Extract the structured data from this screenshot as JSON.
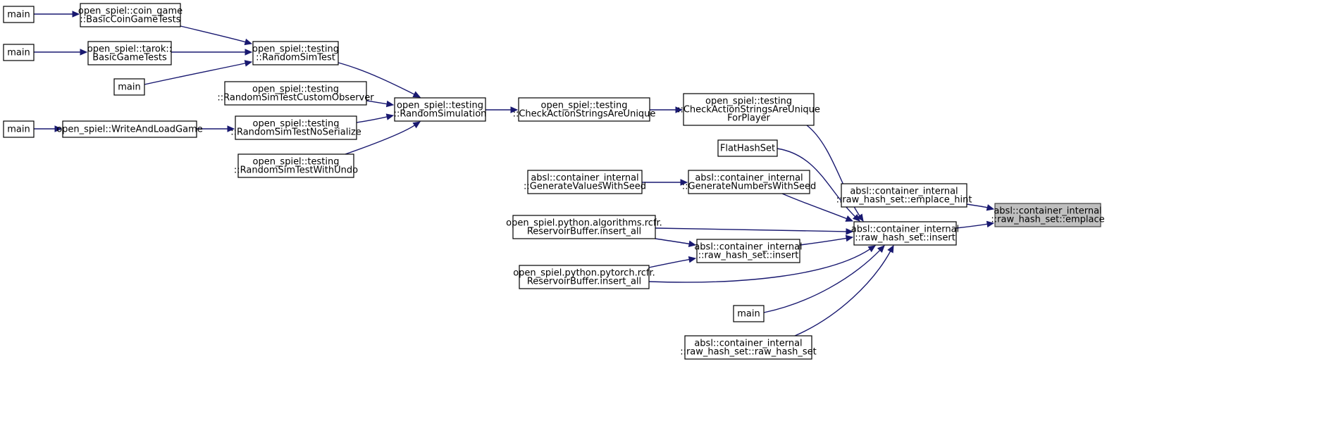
{
  "nodes": [
    {
      "id": "main1",
      "lines": [
        "main"
      ]
    },
    {
      "id": "coin",
      "lines": [
        "open_spiel::coin_game",
        "::BasicCoinGameTests"
      ]
    },
    {
      "id": "main2",
      "lines": [
        "main"
      ]
    },
    {
      "id": "tarok",
      "lines": [
        "open_spiel::tarok::",
        "BasicGameTests"
      ]
    },
    {
      "id": "main3",
      "lines": [
        "main"
      ]
    },
    {
      "id": "rst",
      "lines": [
        "open_spiel::testing",
        "::RandomSimTest"
      ]
    },
    {
      "id": "rstco",
      "lines": [
        "open_spiel::testing",
        "::RandomSimTestCustomObserver"
      ]
    },
    {
      "id": "main4",
      "lines": [
        "main"
      ]
    },
    {
      "id": "walg",
      "lines": [
        "open_spiel::WriteAndLoadGame"
      ]
    },
    {
      "id": "rstns",
      "lines": [
        "open_spiel::testing",
        "::RandomSimTestNoSerialize"
      ]
    },
    {
      "id": "rstwu",
      "lines": [
        "open_spiel::testing",
        "::RandomSimTestWithUndo"
      ]
    },
    {
      "id": "rsim",
      "lines": [
        "open_spiel::testing",
        "::RandomSimulation"
      ]
    },
    {
      "id": "casu",
      "lines": [
        "open_spiel::testing",
        "::CheckActionStringsAreUnique"
      ]
    },
    {
      "id": "casufp",
      "lines": [
        "open_spiel::testing",
        "::CheckActionStringsAreUnique",
        "ForPlayer"
      ]
    },
    {
      "id": "fhs",
      "lines": [
        "FlatHashSet"
      ]
    },
    {
      "id": "gvws",
      "lines": [
        "absl::container_internal",
        "::GenerateValuesWithSeed"
      ]
    },
    {
      "id": "gnws",
      "lines": [
        "absl::container_internal",
        "::GenerateNumbersWithSeed"
      ]
    },
    {
      "id": "rcfr",
      "lines": [
        "open_spiel.python.algorithms.rcfr.",
        "ReservoirBuffer.insert_all"
      ]
    },
    {
      "id": "ins2",
      "lines": [
        "absl::container_internal",
        "::raw_hash_set::insert"
      ]
    },
    {
      "id": "pytorch",
      "lines": [
        "open_spiel.python.pytorch.rcfr.",
        "ReservoirBuffer.insert_all"
      ]
    },
    {
      "id": "main5",
      "lines": [
        "main"
      ]
    },
    {
      "id": "rhsctor",
      "lines": [
        "absl::container_internal",
        "::raw_hash_set::raw_hash_set"
      ]
    },
    {
      "id": "ehint",
      "lines": [
        "absl::container_internal",
        "::raw_hash_set::emplace_hint"
      ]
    },
    {
      "id": "ins1",
      "lines": [
        "absl::container_internal",
        "::raw_hash_set::insert"
      ]
    },
    {
      "id": "emplace",
      "lines": [
        "absl::container_internal",
        "::raw_hash_set::emplace"
      ],
      "highlight": true
    }
  ],
  "edges": [
    [
      "main1",
      "coin"
    ],
    [
      "main2",
      "tarok"
    ],
    [
      "coin",
      "rst"
    ],
    [
      "tarok",
      "rst"
    ],
    [
      "main3",
      "rst"
    ],
    [
      "main4",
      "walg"
    ],
    [
      "walg",
      "rstns"
    ],
    [
      "rst",
      "rsim"
    ],
    [
      "rstco",
      "rsim"
    ],
    [
      "rstns",
      "rsim"
    ],
    [
      "rstwu",
      "rsim"
    ],
    [
      "rsim",
      "casu"
    ],
    [
      "casu",
      "casufp"
    ],
    [
      "casufp",
      "ins1"
    ],
    [
      "fhs",
      "ins1"
    ],
    [
      "gvws",
      "gnws"
    ],
    [
      "gnws",
      "ins1"
    ],
    [
      "rcfr",
      "ins1"
    ],
    [
      "rcfr",
      "ins2"
    ],
    [
      "ins2",
      "ins1"
    ],
    [
      "pytorch",
      "ins2"
    ],
    [
      "pytorch",
      "ins1"
    ],
    [
      "main5",
      "ins1"
    ],
    [
      "rhsctor",
      "ins1"
    ],
    [
      "ins1",
      "emplace"
    ],
    [
      "ehint",
      "emplace"
    ]
  ],
  "colors": {
    "edge": "#191970",
    "highlight_fill": "#bfbfbf",
    "node_fill": "#ffffff",
    "node_border": "#000000"
  }
}
